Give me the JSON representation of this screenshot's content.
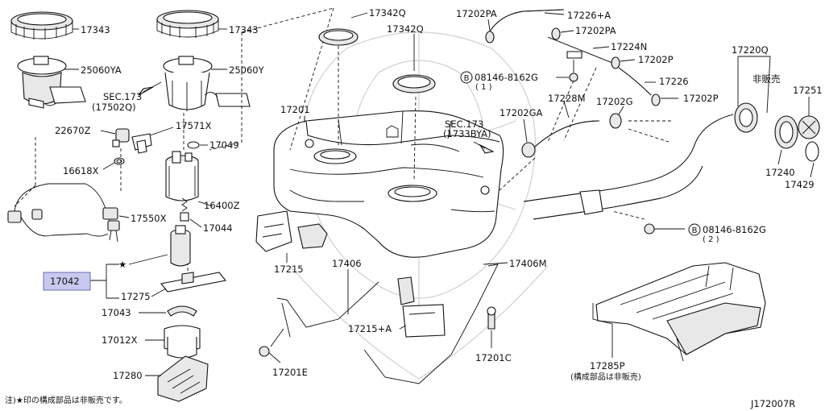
{
  "diagram": {
    "labels": {
      "p17343_a": "17343",
      "p17343_b": "17343",
      "p25060YA": "25060YA",
      "p25060Y": "25060Y",
      "sec173_a_l1": "SEC.173",
      "sec173_a_l2": "(17502Q)",
      "p22670Z": "22670Z",
      "p17571X": "17571X",
      "p17049": "17049",
      "p16618X": "16618X",
      "p16400Z": "16400Z",
      "p17550X": "17550X",
      "p17044": "17044",
      "p17042": "17042",
      "p17275": "17275",
      "p17043": "17043",
      "p17012X": "17012X",
      "p17280": "17280",
      "p17342Q_a": "17342Q",
      "p17342Q_b": "17342Q",
      "p17201": "17201",
      "p17215": "17215",
      "p17406": "17406",
      "p17215A": "17215+A",
      "p17201E": "17201E",
      "p17406M": "17406M",
      "p17201C": "17201C",
      "sec173_b_l1": "SEC.173",
      "sec173_b_l2": "(1733BYA)",
      "p17202PA_a": "17202PA",
      "p17226A": "17226+A",
      "p17202PA_b": "17202PA",
      "p17224N": "17224N",
      "p17202P_a": "17202P",
      "bolt_a_l1": "08146-8162G",
      "bolt_a_l2": "( 1 )",
      "p17226": "17226",
      "p17202P_b": "17202P",
      "p17228M": "17228M",
      "p17202GA": "17202GA",
      "p17202G": "17202G",
      "p17220Q": "17220Q",
      "hanbai": "非販売",
      "p17251": "17251",
      "p17240": "17240",
      "p17429": "17429",
      "bolt_b_l1": "08146-8162G",
      "bolt_b_l2": "( 2 )",
      "p17285P": "17285P",
      "p17285P_note": "(構成部品は非販売)",
      "circle_b": "B",
      "star": "★",
      "footnote": "注)★印の構成部品は非販売です。",
      "diagram_code": "J172007R"
    }
  }
}
